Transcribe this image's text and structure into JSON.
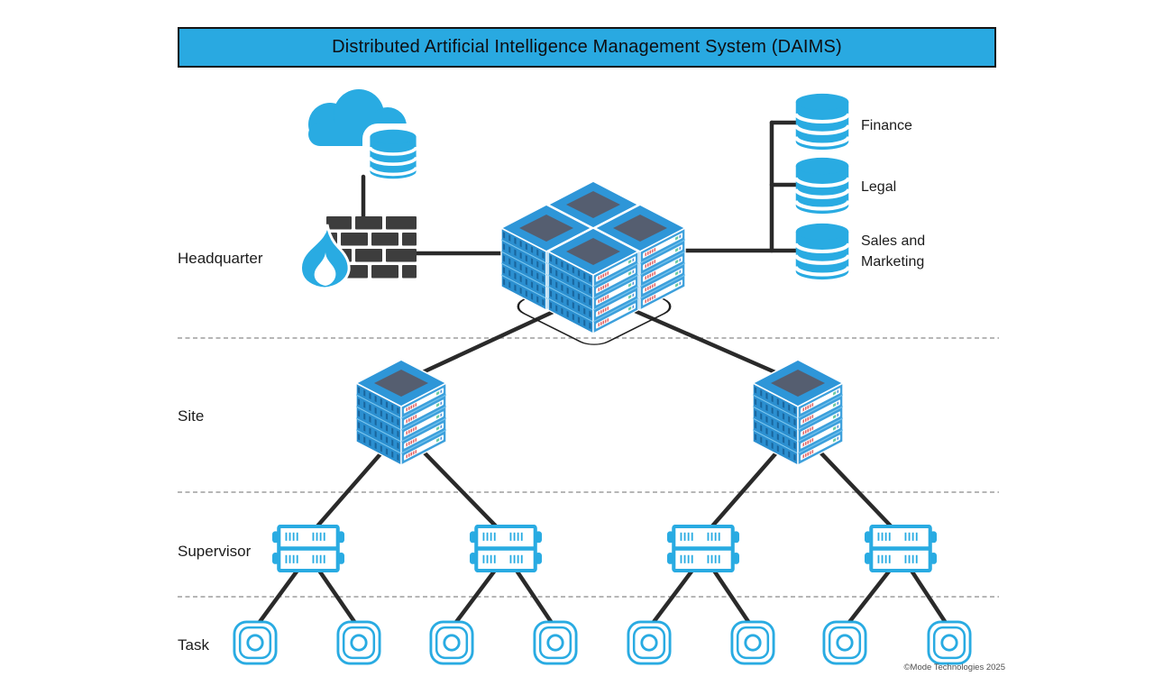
{
  "title": "Distributed Artificial Intelligence Management System (DAIMS)",
  "levels": [
    {
      "label": "Headquarter"
    },
    {
      "label": "Site"
    },
    {
      "label": "Supervisor"
    },
    {
      "label": "Task"
    }
  ],
  "headquarter": {
    "icons": [
      "cloud-storage-icon",
      "firewall-flame-icon",
      "server-cluster-icon",
      "database-icon"
    ],
    "databases": [
      {
        "label": "Finance"
      },
      {
        "label": "Legal"
      },
      {
        "label": "Sales and Marketing"
      }
    ]
  },
  "site": {
    "icon": "server-tower-icon",
    "count": 2
  },
  "supervisor": {
    "icon": "rack-server-icon",
    "count": 4
  },
  "task": {
    "icon": "task-node-icon",
    "count": 8
  },
  "footer": {
    "copyright": "©Mode Technologies 2025"
  },
  "colors": {
    "accent_blue": "#29ABE2",
    "server_blue": "#2E96D8",
    "server_top_gray": "#555E70",
    "alert_red": "#E05B5B",
    "brick_dark": "#3D3D3D",
    "line_black": "#2A2A2A",
    "dash_gray": "#9E9E9E"
  }
}
